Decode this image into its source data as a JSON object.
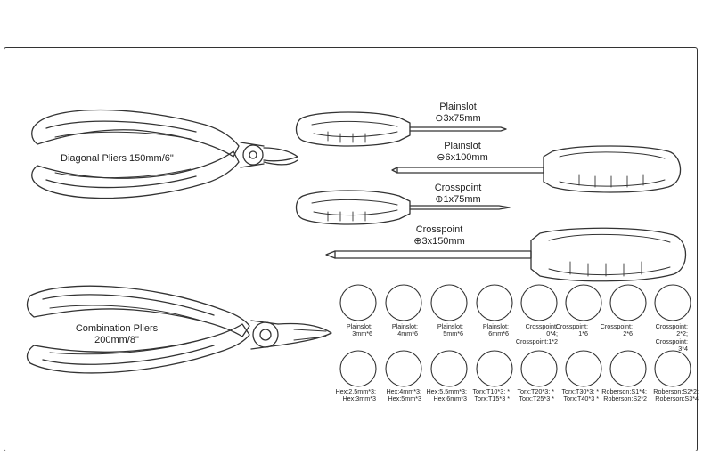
{
  "tools": {
    "diagonal_pliers": "Diagonal Pliers 150mm/6\"",
    "combination_pliers_l1": "Combination Pliers",
    "combination_pliers_l2": "200mm/8\"",
    "screwdrivers": [
      {
        "type": "Plainslot",
        "size": "3x75mm",
        "tip_icon": "slot-icon"
      },
      {
        "type": "Plainslot",
        "size": "6x100mm",
        "tip_icon": "slot-icon"
      },
      {
        "type": "Crosspoint",
        "size": "1x75mm",
        "tip_icon": "cross-icon"
      },
      {
        "type": "Crosspoint",
        "size": "3x150mm",
        "tip_icon": "cross-icon"
      }
    ]
  },
  "bits_row1": [
    "Plainslot:\n3mm*6",
    "Plainslot:\n4mm*6",
    "Plainslot:\n5mm*6",
    "Plainslot:\n6mm*6",
    "Crosspoint:\n0*4;\nCrosspoint:1*2",
    "Crosspoint:\n1*6",
    "Crosspoint:\n2*6",
    "Crosspoint:\n2*2;\nCrosspoint:\n3*4"
  ],
  "bits_row2": [
    "Hex:2.5mm*3;\nHex:3mm*3",
    "Hex:4mm*3;\nHex:5mm*3",
    "Hex:5.5mm*3;\nHex:6mm*3",
    "Torx:T10*3; *\nTorx:T15*3 *",
    "Torx:T20*3; *\nTorx:T25*3 *",
    "Torx:T30*3; *\nTorx:T40*3 *",
    "Roberson:S1*4;\nRoberson:S2*2",
    "Roberson:S2*2;\nRoberson:S3*4"
  ]
}
